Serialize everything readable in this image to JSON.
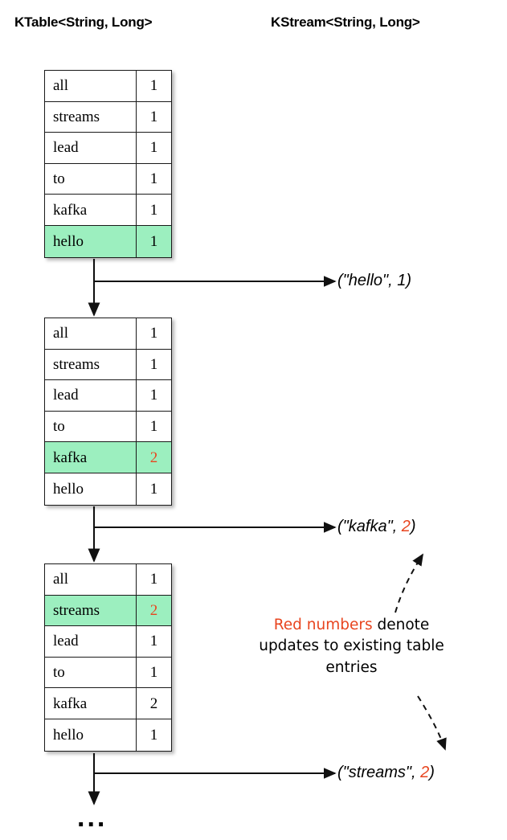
{
  "headings": {
    "ktable": "KTable<String, Long>",
    "kstream": "KStream<String, Long>"
  },
  "colors": {
    "highlight_green": "#9CEFBF",
    "update_red": "#E8451F",
    "line_black": "#1a1a1a",
    "background": "#ffffff"
  },
  "tables": [
    {
      "id": "table-1",
      "rows": [
        {
          "key": "all",
          "value": "1",
          "highlighted": false,
          "value_red": false
        },
        {
          "key": "streams",
          "value": "1",
          "highlighted": false,
          "value_red": false
        },
        {
          "key": "lead",
          "value": "1",
          "highlighted": false,
          "value_red": false
        },
        {
          "key": "to",
          "value": "1",
          "highlighted": false,
          "value_red": false
        },
        {
          "key": "kafka",
          "value": "1",
          "highlighted": false,
          "value_red": false
        },
        {
          "key": "hello",
          "value": "1",
          "highlighted": true,
          "value_red": false
        }
      ]
    },
    {
      "id": "table-2",
      "rows": [
        {
          "key": "all",
          "value": "1",
          "highlighted": false,
          "value_red": false
        },
        {
          "key": "streams",
          "value": "1",
          "highlighted": false,
          "value_red": false
        },
        {
          "key": "lead",
          "value": "1",
          "highlighted": false,
          "value_red": false
        },
        {
          "key": "to",
          "value": "1",
          "highlighted": false,
          "value_red": false
        },
        {
          "key": "kafka",
          "value": "2",
          "highlighted": true,
          "value_red": true
        },
        {
          "key": "hello",
          "value": "1",
          "highlighted": false,
          "value_red": false
        }
      ]
    },
    {
      "id": "table-3",
      "rows": [
        {
          "key": "all",
          "value": "1",
          "highlighted": false,
          "value_red": false
        },
        {
          "key": "streams",
          "value": "2",
          "highlighted": true,
          "value_red": true
        },
        {
          "key": "lead",
          "value": "1",
          "highlighted": false,
          "value_red": false
        },
        {
          "key": "to",
          "value": "1",
          "highlighted": false,
          "value_red": false
        },
        {
          "key": "kafka",
          "value": "2",
          "highlighted": false,
          "value_red": false
        },
        {
          "key": "hello",
          "value": "1",
          "highlighted": false,
          "value_red": false
        }
      ]
    }
  ],
  "stream_records": [
    {
      "id": "stream-label-1",
      "prefix": "(\"hello\", ",
      "value": "1",
      "suffix": ")",
      "value_red": false
    },
    {
      "id": "stream-label-2",
      "prefix": "(\"kafka\", ",
      "value": "2",
      "suffix": ")",
      "value_red": true
    },
    {
      "id": "stream-label-3",
      "prefix": "(\"streams\", ",
      "value": "2",
      "suffix": ")",
      "value_red": true
    }
  ],
  "annotation": {
    "red_part": "Red numbers",
    "rest_part": " denote updates to existing table entries"
  },
  "ellipsis": "..."
}
